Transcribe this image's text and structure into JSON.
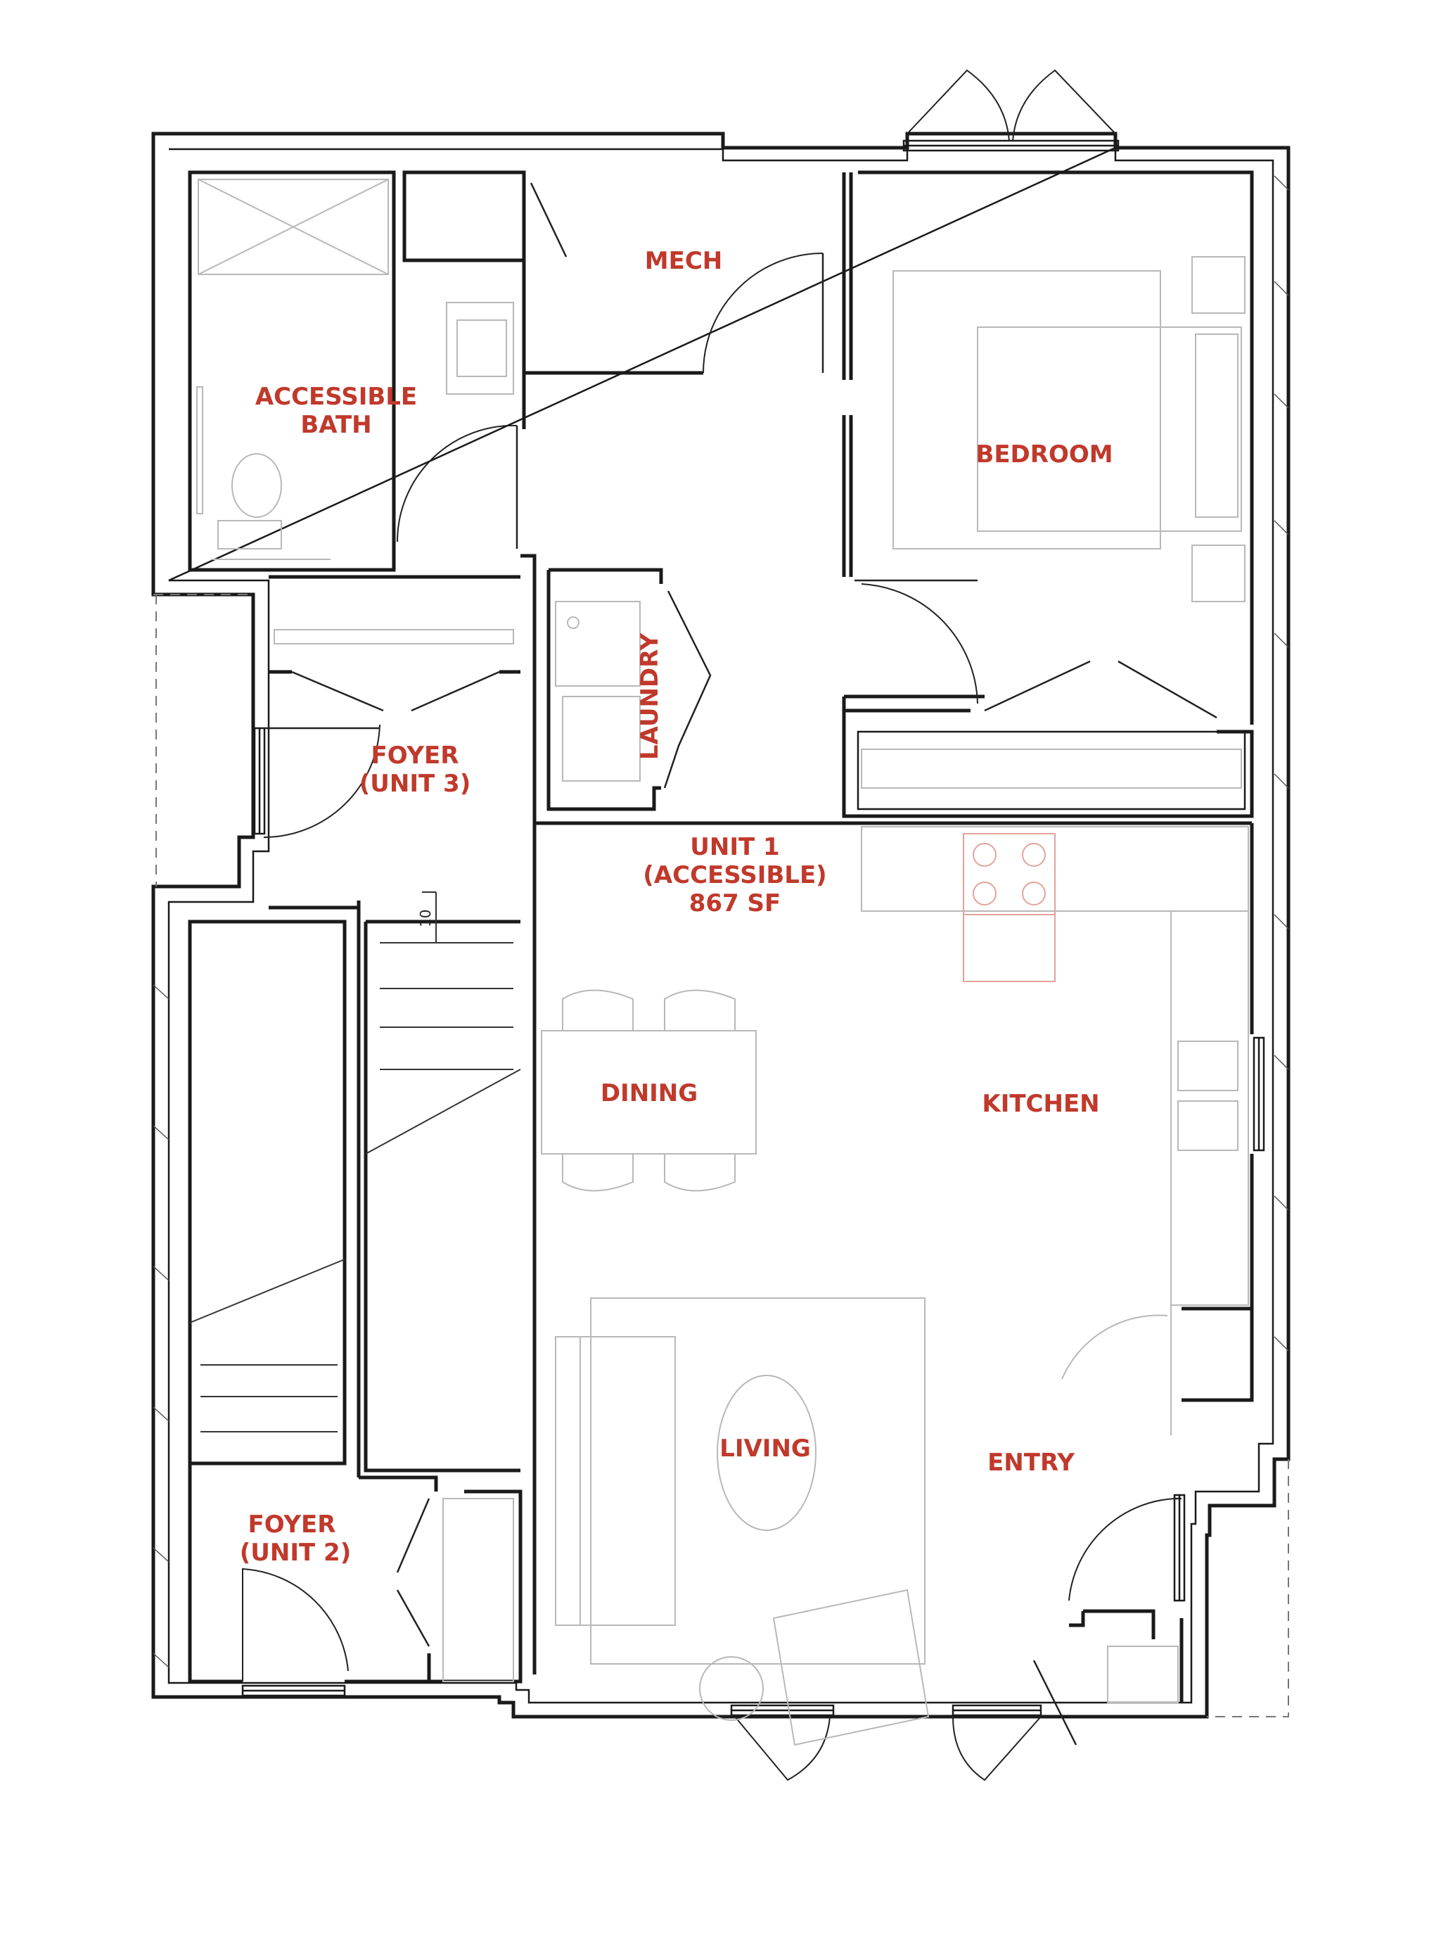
{
  "rooms": {
    "mech": "MECH",
    "accessible_bath_line1": "ACCESSIBLE",
    "accessible_bath_line2": "BATH",
    "bedroom": "BEDROOM",
    "laundry": "LAUNDRY",
    "foyer_unit3_line1": "FOYER",
    "foyer_unit3_line2": "(UNIT 3)",
    "unit1_line1": "UNIT 1",
    "unit1_line2": "(ACCESSIBLE)",
    "unit1_line3": "867 SF",
    "dining": "DINING",
    "kitchen": "KITCHEN",
    "living": "LIVING",
    "entry": "ENTRY",
    "foyer_unit2_line1": "FOYER",
    "foyer_unit2_line2": "(UNIT 2)"
  },
  "stairs": {
    "riser_count": "10"
  },
  "colors": {
    "label": "#c0392b",
    "wall": "#1a1a1a",
    "furniture": "#b8b8b8"
  }
}
